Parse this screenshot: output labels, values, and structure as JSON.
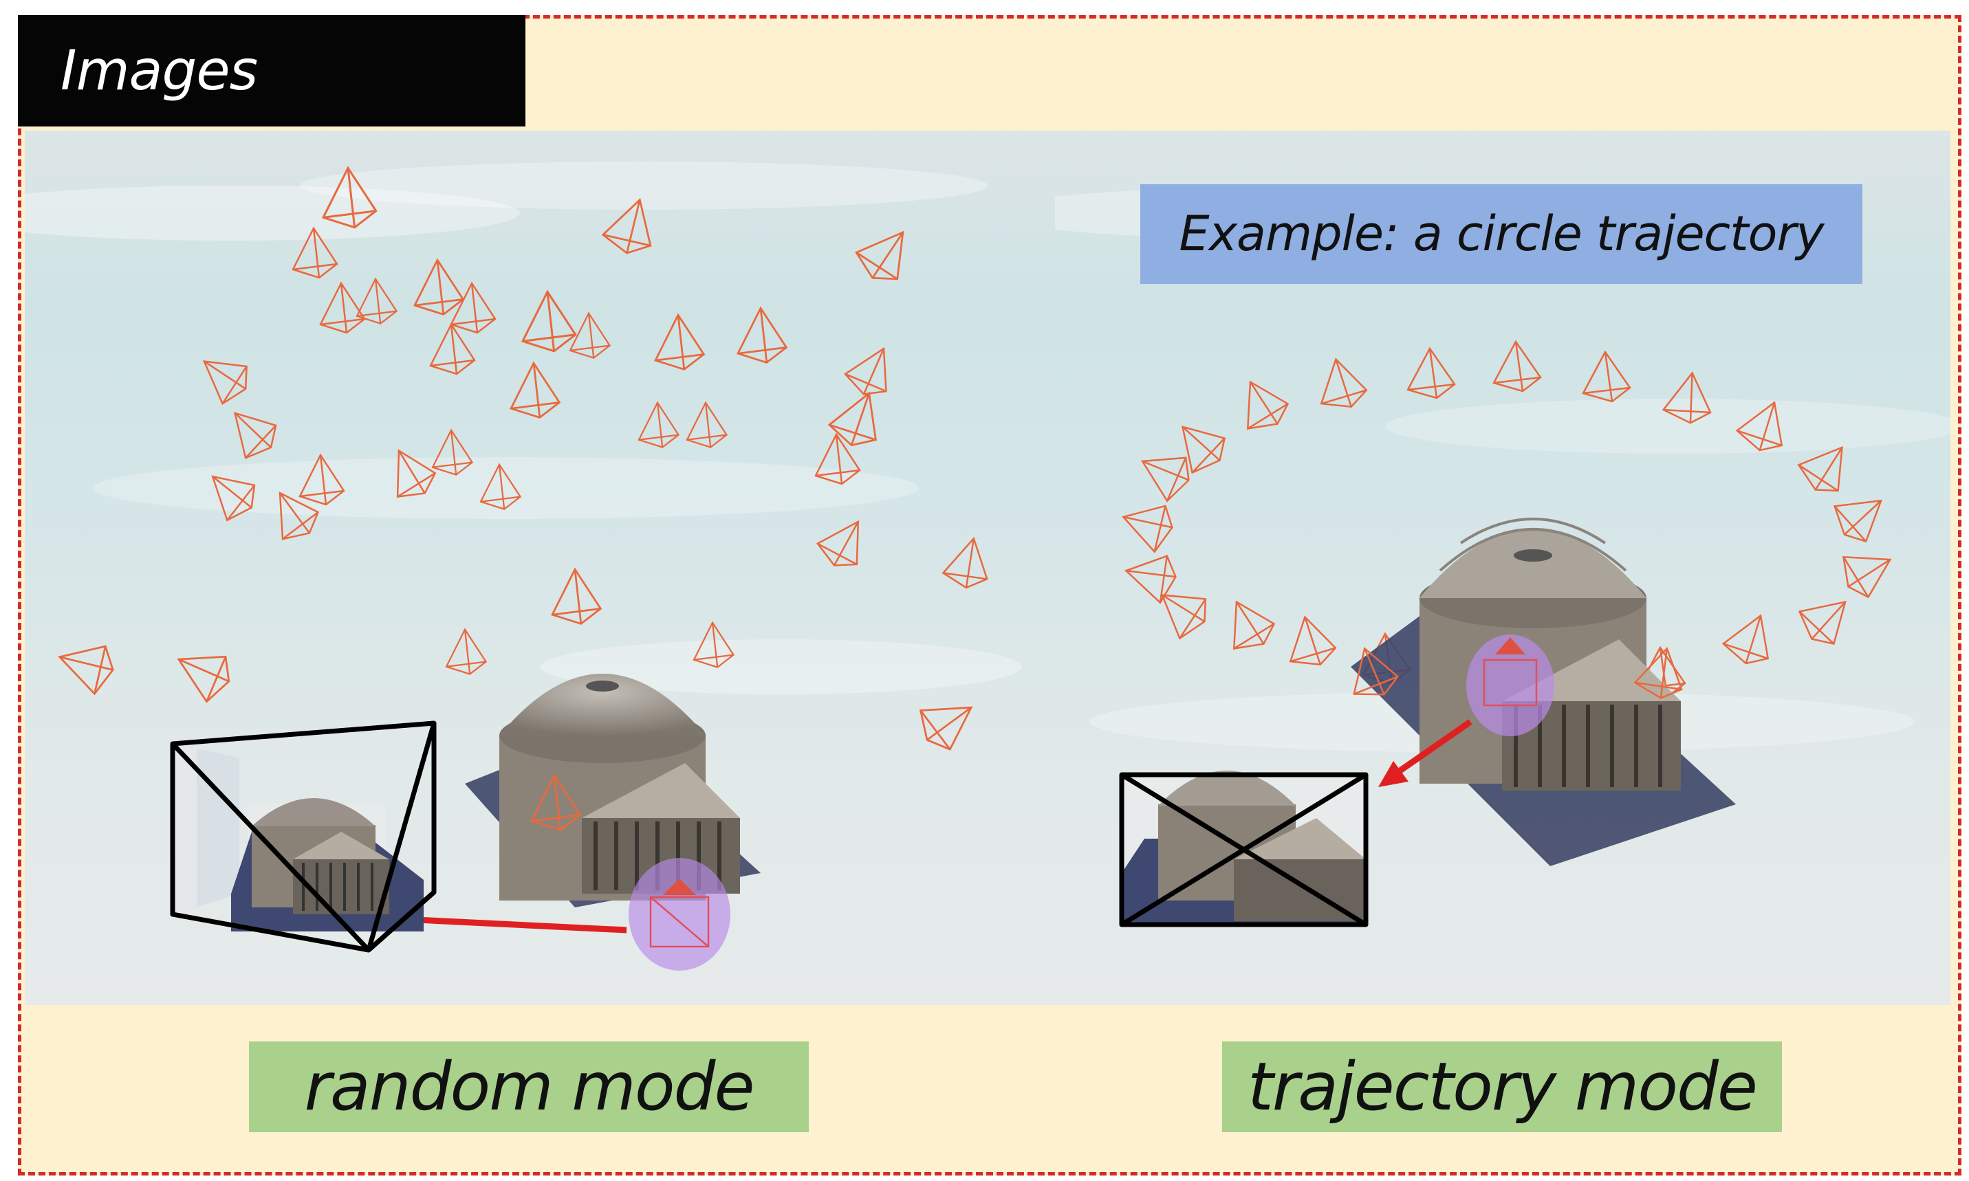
{
  "title": "Images Rendering",
  "panels": {
    "left": {
      "mode_label": "random mode"
    },
    "right": {
      "mode_label": "trajectory mode",
      "example_label": "Example: a circle trajectory"
    }
  },
  "colors": {
    "frame_border": "#d42a2a",
    "frame_fill": "#fdf1cf",
    "camera_stroke": "#e8693e",
    "arrow": "#e02020",
    "highlight": "#b98be8",
    "mode_label_fill": "#a9d18c",
    "example_fill": "#8faee2"
  },
  "icons": [
    "camera-frustum-icon",
    "rendered-view-frustum-icon",
    "pantheon-model-image",
    "selected-camera-highlight"
  ]
}
